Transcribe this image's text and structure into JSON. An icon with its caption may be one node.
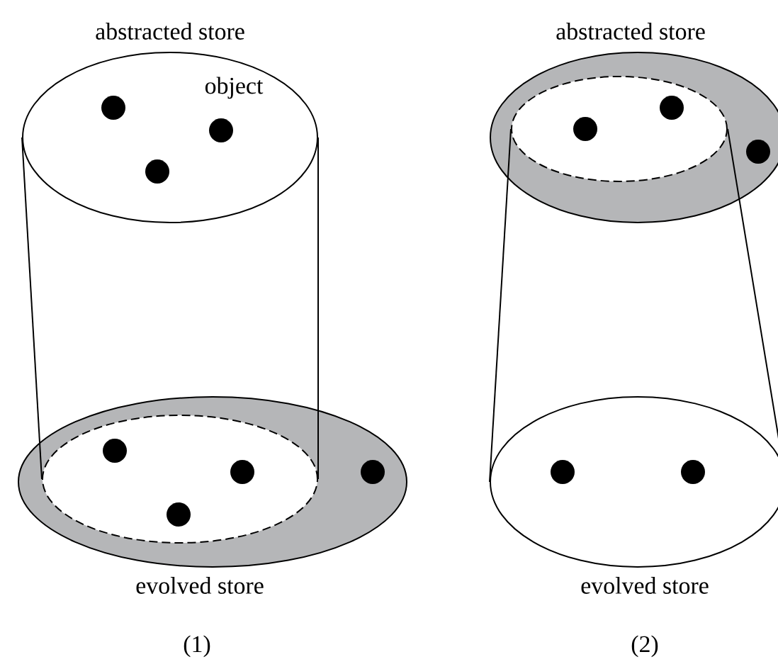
{
  "diagram": {
    "nodes": [
      {
        "text": [
          "abstracted store"
        ]
      },
      {
        "text": [
          "evolved store"
        ]
      },
      {
        "text": [],
        "shape": "ellipse",
        "in": 1
      },
      {
        "text": [
          "abstracted store"
        ]
      },
      {
        "text": [],
        "shape": "ellipse",
        "in": 3
      },
      {
        "text": [
          "evolved store"
        ]
      }
    ],
    "edges": [
      {
        "from": 0,
        "to": 2,
        "arrow": "none"
      },
      {
        "from": 0,
        "to": 2,
        "arrow": "none"
      },
      {
        "from": 4,
        "to": 5,
        "arrow": "none"
      },
      {
        "from": 4,
        "to": 5,
        "arrow": "none"
      }
    ],
    "labels": [
      "object",
      "(1)",
      "(2)"
    ]
  }
}
